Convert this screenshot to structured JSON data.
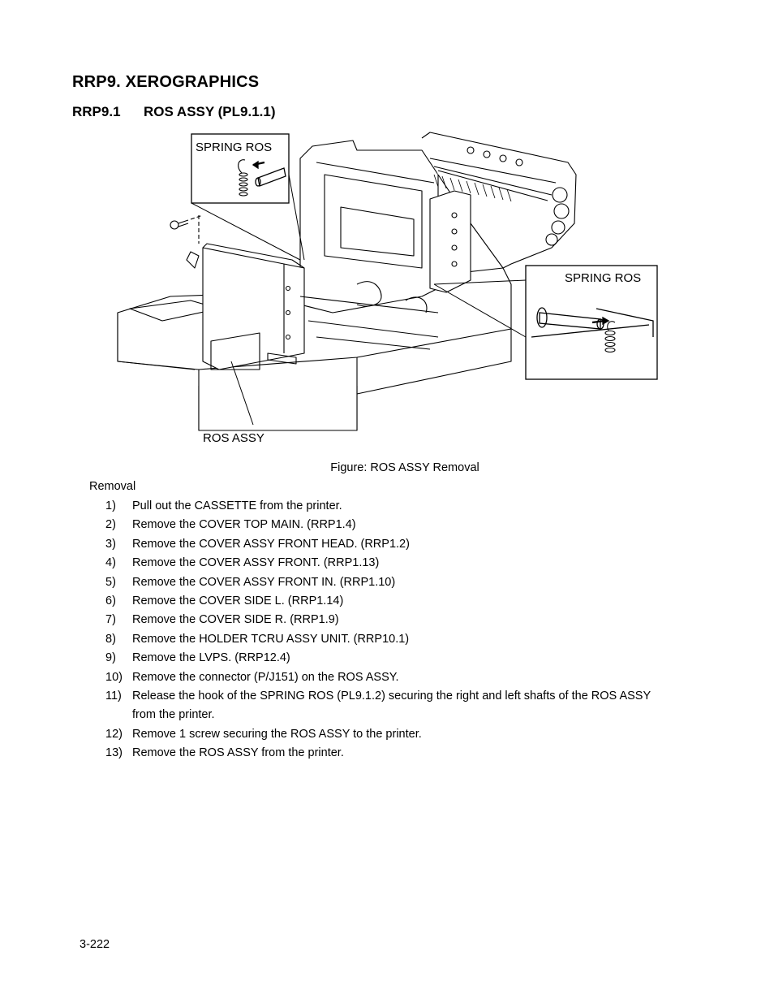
{
  "heading": "RRP9.  XEROGRAPHICS",
  "subheading": {
    "number": "RRP9.1",
    "title": "ROS ASSY (PL9.1.1)"
  },
  "figure": {
    "callout_left": "SPRING ROS",
    "callout_right": "SPRING ROS",
    "part_label": "ROS ASSY",
    "caption": "Figure: ROS ASSY Removal"
  },
  "procedure_title": "Removal",
  "steps": [
    {
      "num": "1)",
      "text": "Pull out the CASSETTE from the printer."
    },
    {
      "num": "2)",
      "text": "Remove the COVER TOP MAIN. (RRP1.4)"
    },
    {
      "num": "3)",
      "text": "Remove the COVER ASSY FRONT HEAD. (RRP1.2)"
    },
    {
      "num": "4)",
      "text": "Remove the COVER ASSY FRONT. (RRP1.13)"
    },
    {
      "num": "5)",
      "text": "Remove the COVER ASSY FRONT IN. (RRP1.10)"
    },
    {
      "num": "6)",
      "text": "Remove the COVER SIDE L. (RRP1.14)"
    },
    {
      "num": "7)",
      "text": "Remove the COVER SIDE R. (RRP1.9)"
    },
    {
      "num": "8)",
      "text": "Remove the HOLDER TCRU ASSY UNIT. (RRP10.1)"
    },
    {
      "num": "9)",
      "text": "Remove the LVPS. (RRP12.4)"
    },
    {
      "num": "10)",
      "text": "Remove the connector (P/J151) on the ROS ASSY."
    },
    {
      "num": "11)",
      "text": "Release the hook of the SPRING ROS (PL9.1.2) securing the right and left shafts of the ROS ASSY"
    },
    {
      "num": "",
      "text": "from the printer."
    },
    {
      "num": "12)",
      "text": "Remove 1 screw securing the ROS ASSY to the printer."
    },
    {
      "num": "13)",
      "text": "Remove the ROS ASSY from the printer."
    }
  ],
  "page_number": "3-222"
}
